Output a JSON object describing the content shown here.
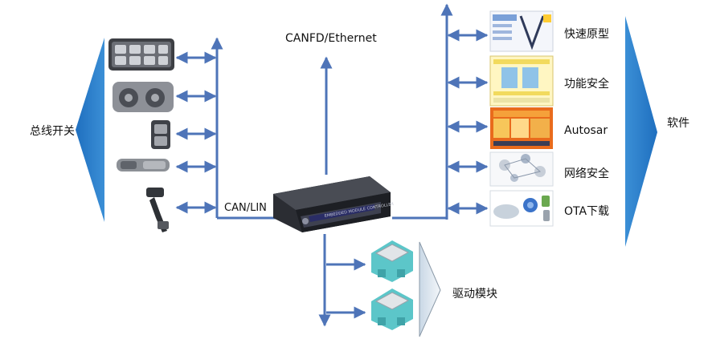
{
  "labels": {
    "bus_switch": "总线开关",
    "canfd_ethernet": "CANFD/Ethernet",
    "can_lin": "CAN/LIN",
    "software": "软件",
    "drive_module": "驱动模块",
    "ecu_text": "EMBEDDED MODULE CONTROLLER"
  },
  "software_items": [
    {
      "label": "快速原型"
    },
    {
      "label": "功能安全"
    },
    {
      "label": "Autosar"
    },
    {
      "label": "网络安全"
    },
    {
      "label": "OTA下载"
    }
  ],
  "colors": {
    "arrow_blue": "#4e74b8",
    "triangle_blue": "#2e7bc4",
    "drive_triangle": "#dde6ef",
    "ecu_body": "#2b2d33"
  }
}
